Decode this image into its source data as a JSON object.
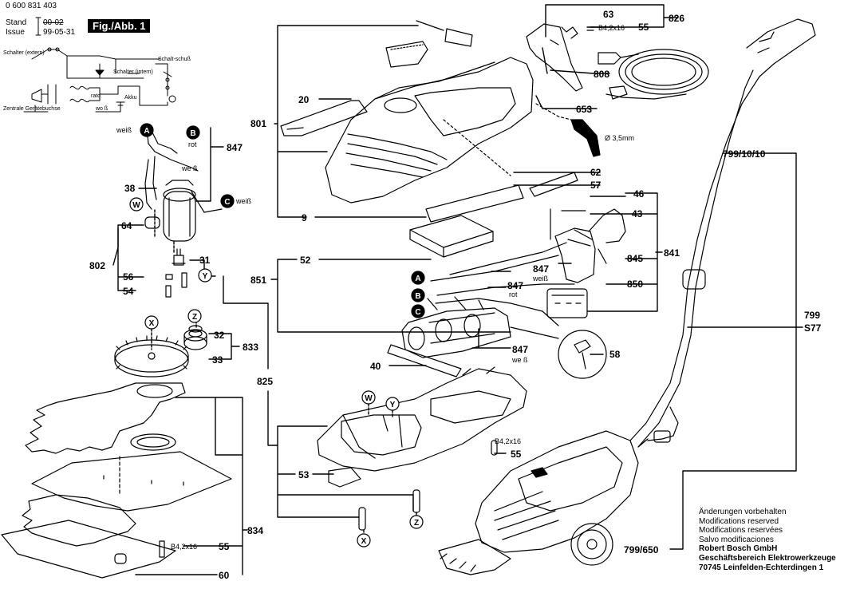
{
  "header": {
    "part_number": "0 600 831 403",
    "stand_label": "Stand",
    "issue_label": "Issue",
    "stand_value": "00-02",
    "issue_value": "99-05-31",
    "figure_tag": "Fig./Abb. 1"
  },
  "schematic": {
    "switch_top": "Schalter (extern)",
    "switch_inner": "Schalter (intern)",
    "switch_right": "Schalt-schuß",
    "rate_label": "rato",
    "akku_label": "Akku",
    "wo_label": "wo ß",
    "socket_label": "Zentrale Gerätebuchse"
  },
  "wire_labels": {
    "weiss": "weiß",
    "rot": "rot",
    "we_ss": "we ß",
    "diameter": "Ø 3,5mm"
  },
  "callouts": {
    "A": "A",
    "B": "B",
    "C": "C",
    "W": "W",
    "X": "X",
    "Y": "Y",
    "Z": "Z"
  },
  "part_numbers": {
    "p20": "20",
    "p801": "801",
    "p9": "9",
    "p62": "62",
    "p57": "57",
    "p63": "63",
    "p826": "826",
    "p55a": "55",
    "screw_a": "B4,2x16",
    "p808": "808",
    "p653": "653",
    "p847a": "847",
    "p38": "38",
    "p64": "64",
    "p802": "802",
    "p31": "31",
    "p56": "56",
    "p54": "54",
    "p46": "46",
    "p43": "43",
    "p841": "841",
    "p845": "845",
    "p850": "850",
    "p52": "52",
    "p851": "851",
    "p847b": "847",
    "p847c": "847",
    "p847d": "847",
    "p58": "58",
    "p32": "32",
    "p833": "833",
    "p33": "33",
    "p825": "825",
    "p40": "40",
    "screw_b": "B4,2x16",
    "p55b": "55",
    "p53": "53",
    "p834": "834",
    "screw_c": "B4,2x16",
    "p55c": "55",
    "p60": "60",
    "p799_10_10": "799/10/10",
    "p799": "799",
    "s77": "S77",
    "p799_650": "799/650"
  },
  "notes": [
    "Änderungen vorbehalten",
    "Modifications reserved",
    "Modifications reservées",
    "Salvo modificaciones"
  ],
  "company": [
    "Robert Bosch GmbH",
    "Geschäftsbereich Elektrowerkzeuge",
    "70745 Leinfelden-Echterdingen 1"
  ]
}
